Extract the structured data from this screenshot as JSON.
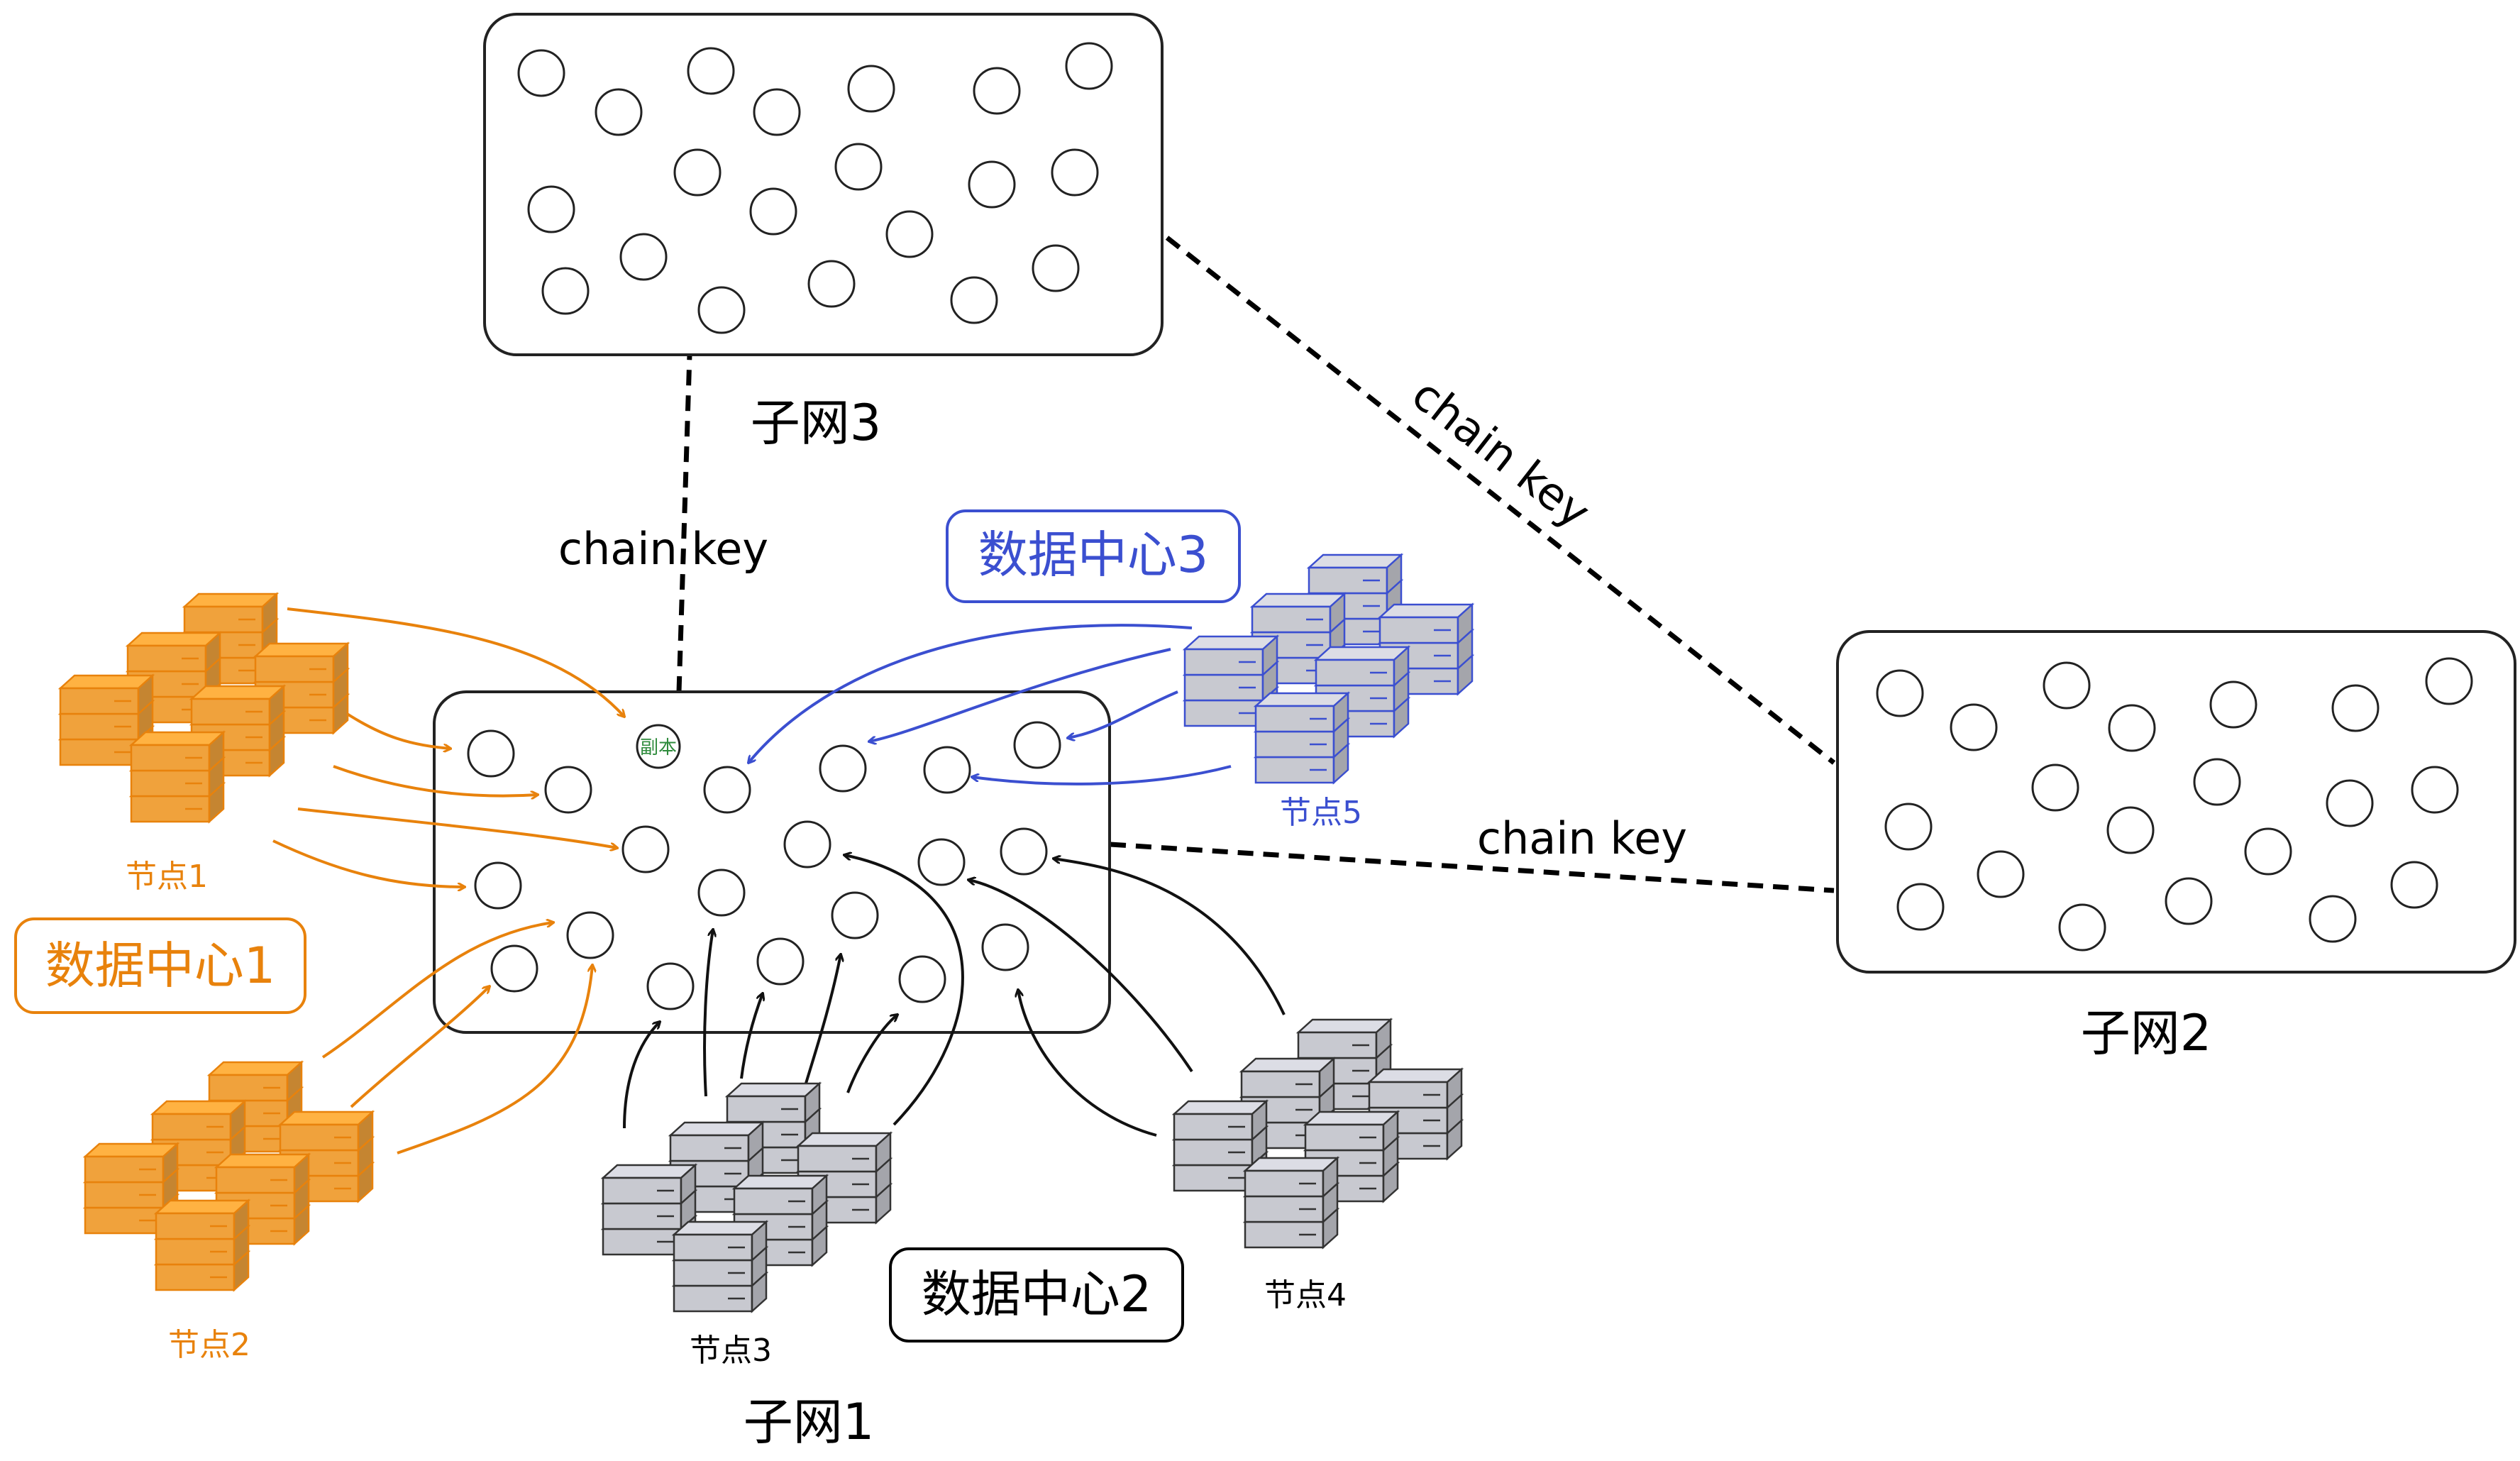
{
  "subnets": [
    {
      "id": "subnet-1",
      "label": "子网1"
    },
    {
      "id": "subnet-2",
      "label": "子网2"
    },
    {
      "id": "subnet-3",
      "label": "子网3"
    }
  ],
  "links": [
    {
      "id": "link-1-3",
      "label": "chain key"
    },
    {
      "id": "link-3-2",
      "label": "chain key"
    },
    {
      "id": "link-1-2",
      "label": "chain key"
    }
  ],
  "datacenters": [
    {
      "id": "dc1",
      "label": "数据中心1",
      "color": "#e8820c"
    },
    {
      "id": "dc2",
      "label": "数据中心2",
      "color": "#000000"
    },
    {
      "id": "dc3",
      "label": "数据中心3",
      "color": "#3b4fd0"
    }
  ],
  "nodes": [
    {
      "id": "node1",
      "label": "节点1",
      "color": "#e8820c"
    },
    {
      "id": "node2",
      "label": "节点2",
      "color": "#e8820c"
    },
    {
      "id": "node3",
      "label": "节点3",
      "color": "#000000"
    },
    {
      "id": "node4",
      "label": "节点4",
      "color": "#000000"
    },
    {
      "id": "node5",
      "label": "节点5",
      "color": "#3b4fd0"
    }
  ],
  "replica_label": "副本",
  "replica_color": "#2e8b3c",
  "colors": {
    "orange_fill": "#f0a23c",
    "orange_stroke": "#e8820c",
    "gray_fill": "#c8c9d0",
    "gray_stroke": "#333333",
    "blue_fill": "#c8c9d0",
    "blue_stroke": "#3b4fd0"
  }
}
